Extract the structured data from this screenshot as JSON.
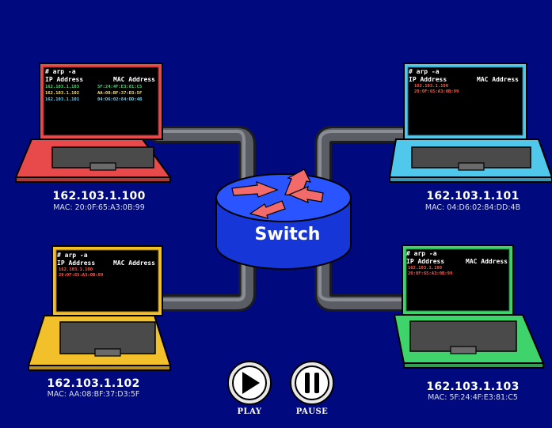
{
  "switch": {
    "label": "Switch"
  },
  "hosts": [
    {
      "ip": "162.103.1.100",
      "mac": "MAC: 20:0F:65:A3:0B:99",
      "color": "#e8494a",
      "terminal": {
        "command": "# arp -a",
        "col_ip": "IP Address",
        "col_mac": "MAC Address",
        "entries": [
          {
            "ip": "162.103.1.103",
            "mac": "5F:24:4F:E3:81:C5",
            "color": "#48e070"
          },
          {
            "ip": "162.103.1.102",
            "mac": "AA:08:BF:37:D3:5F",
            "color": "#ffe15a"
          },
          {
            "ip": "162.103.1.101",
            "mac": "04:D6:02:84:DD:4B",
            "color": "#6fd2f5"
          }
        ]
      }
    },
    {
      "ip": "162.103.1.101",
      "mac": "MAC: 04:D6:02:84:DD:4B",
      "color": "#4fc8ec",
      "terminal": {
        "command": "# arp -a",
        "col_ip": "IP Address",
        "col_mac": "MAC Address",
        "entries": [
          {
            "ip": "162.103.1.100",
            "mac": "20:0F:65:A3:0B:99",
            "color": "#ff5a4a"
          }
        ]
      }
    },
    {
      "ip": "162.103.1.102",
      "mac": "MAC: AA:08:BF:37:D3:5F",
      "color": "#f2c02a",
      "terminal": {
        "command": "# arp -a",
        "col_ip": "IP Address",
        "col_mac": "MAC Address",
        "entries": [
          {
            "ip": "162.103.1.100",
            "mac": "20:0F:65:A3:0B:99",
            "color": "#ff5a4a"
          }
        ]
      }
    },
    {
      "ip": "162.103.1.103",
      "mac": "MAC: 5F:24:4F:E3:81:C5",
      "color": "#3fd36c",
      "terminal": {
        "command": "# arp -a",
        "col_ip": "IP Address",
        "col_mac": "MAC Address",
        "entries": [
          {
            "ip": "162.103.1.100",
            "mac": "20:0F:65:A3:0B:99",
            "color": "#ff5a4a"
          }
        ]
      }
    }
  ],
  "controls": {
    "play_label": "PLAY",
    "pause_label": "PAUSE"
  },
  "colors": {
    "background": "#000a7e",
    "switch_top": "#2a54ff",
    "switch_side": "#1636d8",
    "arrow": "#f26a6a",
    "cable": "#55595f"
  }
}
